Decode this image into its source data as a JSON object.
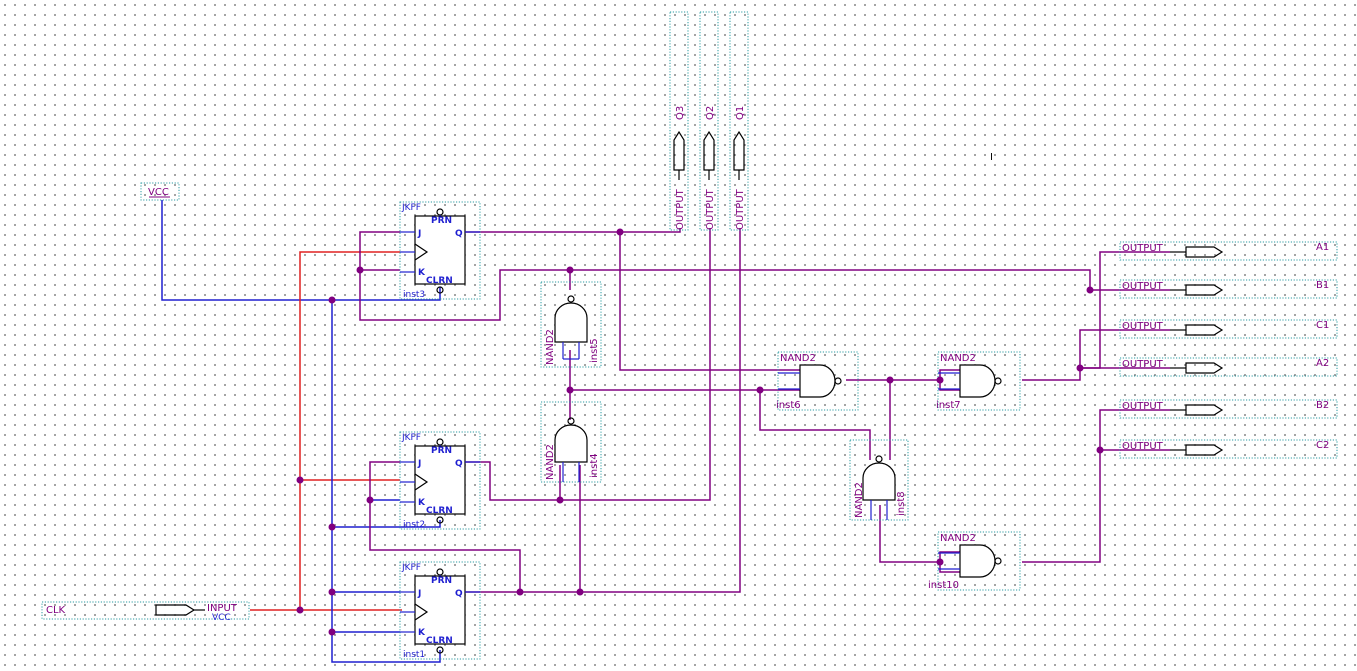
{
  "schematic": {
    "vcc_label": "VCC",
    "clk_label": "CLK",
    "input_label": "INPUT",
    "input_sub": "VCC",
    "flipflops": [
      {
        "type": "JKFF",
        "prn": "PRN",
        "clrn": "CLRN",
        "j": "J",
        "k": "K",
        "q": "Q",
        "inst": "inst3"
      },
      {
        "type": "JKFF",
        "prn": "PRN",
        "clrn": "CLRN",
        "j": "J",
        "k": "K",
        "q": "Q",
        "inst": "inst2"
      },
      {
        "type": "JKFF",
        "prn": "PRN",
        "clrn": "CLRN",
        "j": "J",
        "k": "K",
        "q": "Q",
        "inst": "inst1"
      }
    ],
    "gates": [
      {
        "type": "NAND2",
        "inst": "inst5"
      },
      {
        "type": "NAND2",
        "inst": "inst4"
      },
      {
        "type": "NAND2",
        "inst": "inst6"
      },
      {
        "type": "NAND2",
        "inst": "inst7"
      },
      {
        "type": "NAND2",
        "inst": "inst8"
      },
      {
        "type": "NAND2",
        "inst": "inst10"
      }
    ],
    "top_outputs": [
      {
        "pin": "OUTPUT",
        "name": "Q3"
      },
      {
        "pin": "OUTPUT",
        "name": "Q2"
      },
      {
        "pin": "OUTPUT",
        "name": "Q1"
      }
    ],
    "right_outputs": [
      {
        "pin": "OUTPUT",
        "name": "A1"
      },
      {
        "pin": "OUTPUT",
        "name": "B1"
      },
      {
        "pin": "OUTPUT",
        "name": "C1"
      },
      {
        "pin": "OUTPUT",
        "name": "A2"
      },
      {
        "pin": "OUTPUT",
        "name": "B2"
      },
      {
        "pin": "OUTPUT",
        "name": "C2"
      }
    ],
    "stray_mark": "I"
  },
  "colors": {
    "wire_purple": "#800080",
    "wire_blue": "#1f1fd0",
    "wire_red": "#e02020",
    "box_teal": "#2a9aa0"
  }
}
